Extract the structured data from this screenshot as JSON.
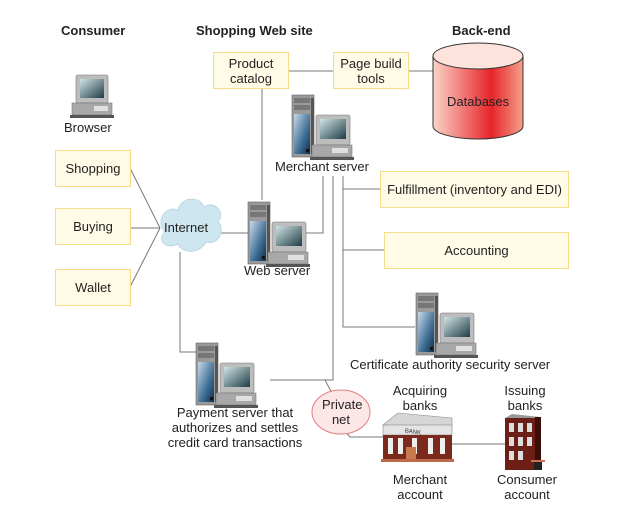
{
  "headers": {
    "consumer": "Consumer",
    "shopping_site": "Shopping Web site",
    "backend": "Back-end"
  },
  "consumer": {
    "browser_label": "Browser",
    "boxes": [
      "Shopping",
      "Buying",
      "Wallet"
    ]
  },
  "network": {
    "internet_label": "Internet",
    "private_net_label": [
      "Private",
      "net"
    ]
  },
  "site": {
    "product_catalog": [
      "Product",
      "catalog"
    ],
    "page_build_tools": [
      "Page build",
      "tools"
    ],
    "merchant_server_label": "Merchant server",
    "web_server_label": "Web server",
    "payment_server_label": [
      "Payment server that",
      "authorizes and settles",
      "credit card transactions"
    ]
  },
  "backend": {
    "databases_label": "Databases",
    "fulfillment": "Fulfillment (inventory and EDI)",
    "accounting": "Accounting",
    "cert_server_label": "Certificate authority security server"
  },
  "banks": {
    "acquiring_label": [
      "Acquiring",
      "banks"
    ],
    "issuing_label": [
      "Issuing",
      "banks"
    ],
    "merchant_account": [
      "Merchant",
      "account"
    ],
    "consumer_account": [
      "Consumer",
      "account"
    ],
    "bank_sign": "BANK"
  },
  "colors": {
    "box_fill": "#fffbe6",
    "box_border": "#f5dc8a",
    "cloud": "#cde6f0",
    "database": "#e8262a",
    "private_net": "#fde6e6",
    "line": "#666666"
  }
}
